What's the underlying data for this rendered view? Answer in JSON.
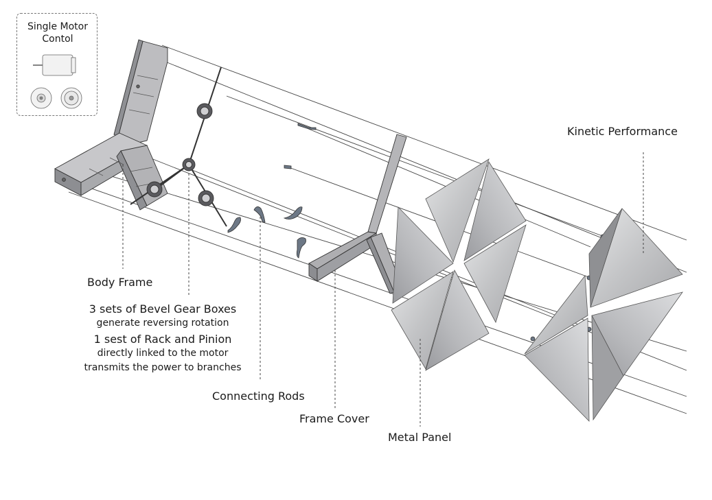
{
  "motor_inset": {
    "title_line1": "Single Motor",
    "title_line2": "Contol"
  },
  "labels": {
    "kinetic_performance": "Kinetic Performance",
    "body_frame": "Body Frame",
    "bevel_gear_line1": "3 sets of Bevel Gear Boxes",
    "bevel_gear_line2": "generate reversing rotation",
    "rack_pinion_line1": "1 sest of Rack and Pinion",
    "rack_pinion_line2": "directly linked to the motor",
    "rack_pinion_line3": "transmits the power to branches",
    "connecting_rods": "Connecting Rods",
    "frame_cover": "Frame Cover",
    "metal_panel": "Metal Panel"
  },
  "colors": {
    "line": "#333333",
    "frame_fill": "#b9b9bb",
    "frame_dark": "#8e8e92",
    "panel_light": "#d9dadb",
    "panel_mid": "#bcbdbf",
    "panel_dark": "#9d9ea1",
    "rod": "#6d7886"
  }
}
